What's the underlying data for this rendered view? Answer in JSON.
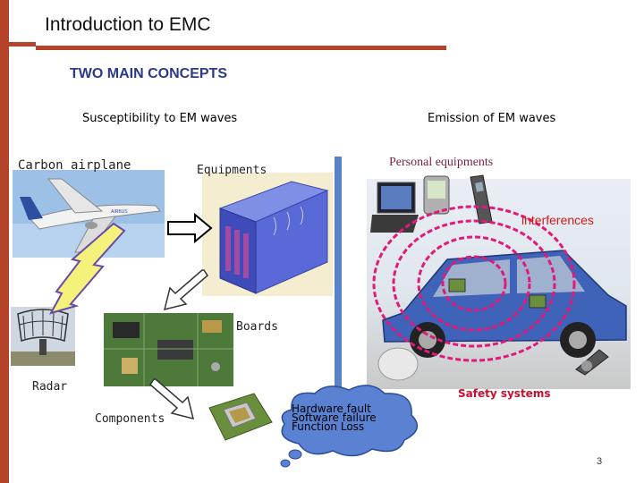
{
  "slide": {
    "title": "Introduction to EMC",
    "subtitle": "TWO MAIN CONCEPTS",
    "page_number": "3"
  },
  "columns": {
    "left_heading": "Susceptibility to EM waves",
    "right_heading": "Emission of EM waves"
  },
  "labels": {
    "carbon_airplane": "Carbon airplane",
    "equipments": "Equipments",
    "boards": "Boards",
    "radar": "Radar",
    "components": "Components",
    "personal_equipments": "Personal equipments",
    "interferences": "interferences",
    "safety_systems": "Safety systems"
  },
  "cloud": {
    "line1": "Hardware fault",
    "line2": "Software failure",
    "line3": "Function Loss"
  },
  "colors": {
    "accent": "#b5432a",
    "subtitle": "#2d3a8c",
    "divider": "#5a82c8",
    "interference": "#d11a1a",
    "safety": "#c8102e",
    "cloud": "#4a72c4"
  },
  "icons": [
    "airplane-icon",
    "equipment-rack-icon",
    "circuit-board-icon",
    "radar-icon",
    "chip-icon",
    "car-icon",
    "laptop-icon",
    "pda-icon",
    "phone-icon",
    "lightning-icon",
    "thought-cloud-icon"
  ]
}
